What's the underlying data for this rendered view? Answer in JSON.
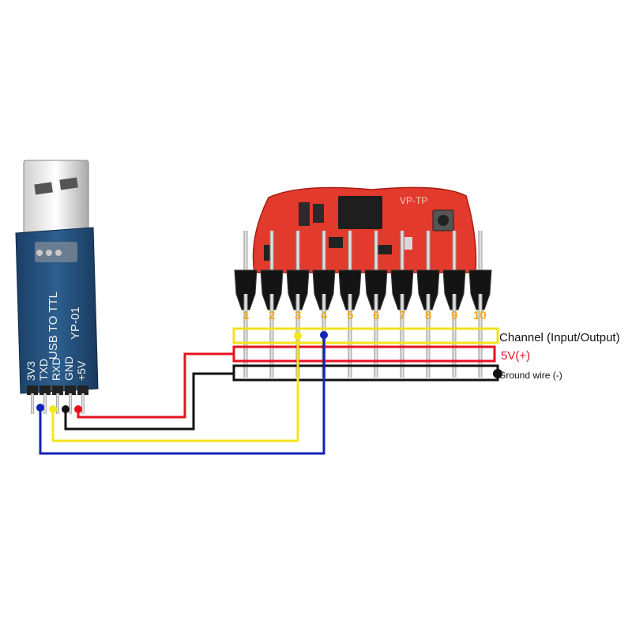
{
  "adapter": {
    "title": "USB TO TTL",
    "model": "YP-01",
    "pins": [
      "3V3",
      "TXD",
      "RXD",
      "GND",
      "+5V"
    ]
  },
  "board": {
    "silk_text": "VP-TP",
    "channel_numbers": [
      "1",
      "2",
      "3",
      "4",
      "5",
      "6",
      "7",
      "8",
      "9",
      "10"
    ]
  },
  "labels": {
    "channel": "Channel (Input/Output)",
    "power": "5V(+)",
    "ground": "Ground wire (-)"
  },
  "colors": {
    "signal_row": "#f2e21a",
    "power_row": "#e8121f",
    "ground_row": "#111111",
    "blue_wire": "#1322b8",
    "yellow_wire": "#f5e61c",
    "red_wire": "#e8121f",
    "black_wire": "#111111",
    "board_red": "#e23a2c",
    "pin_number": "#f2a81a"
  },
  "wires": [
    {
      "name": "TXD",
      "color": "blue",
      "to": "4"
    },
    {
      "name": "RXD",
      "color": "yellow",
      "to": "3"
    },
    {
      "name": "GND",
      "color": "black",
      "to": "ground"
    },
    {
      "name": "+5V",
      "color": "red",
      "to": "power"
    }
  ]
}
